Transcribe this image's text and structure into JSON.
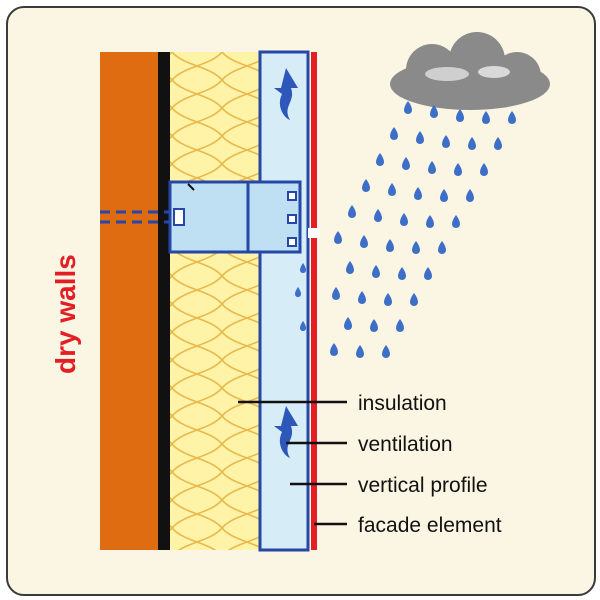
{
  "side_label": "dry walls",
  "labels": {
    "insulation": "insulation",
    "ventilation": "ventilation",
    "vertical_profile": "vertical profile",
    "facade_element": "facade element"
  },
  "colors": {
    "background": "#fbf6e3",
    "frame": "#3a3a3a",
    "masonry": "#e06c12",
    "insulation": "#fff3a8",
    "insulation_lines": "#e8b84a",
    "air_gap": "#d6ecf7",
    "profile_border": "#2447a8",
    "facade": "#e31e24",
    "rain": "#3d6fc9",
    "cloud": "#8a8a8a",
    "side_label": "#e31e24"
  },
  "icons": [
    "rain-cloud-icon",
    "raindrop-icon",
    "air-flow-arrow-icon"
  ]
}
